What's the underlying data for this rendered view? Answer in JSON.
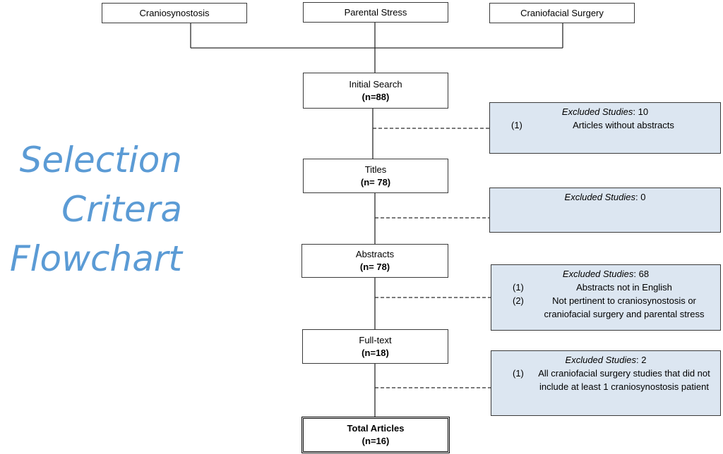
{
  "search_terms": [
    "Craniosynostosis",
    "Parental Stress",
    "Craniofacial Surgery"
  ],
  "title_lines": [
    "Selection",
    "Critera",
    "Flowchart"
  ],
  "stages": [
    {
      "label": "Initial Search",
      "count": "(n=88)"
    },
    {
      "label": "Titles",
      "count": "(n= 78)"
    },
    {
      "label": "Abstracts",
      "count": "(n= 78)"
    },
    {
      "label": "Full-text",
      "count": "(n=18)"
    },
    {
      "label": "Total Articles",
      "count": "(n=16)"
    }
  ],
  "exclusions": [
    {
      "label": "Excluded Studies",
      "value": ": 10",
      "items": [
        {
          "num": "(1)",
          "text": "Articles without abstracts"
        }
      ]
    },
    {
      "label": "Excluded Studies",
      "value": ": 0",
      "items": []
    },
    {
      "label": "Excluded Studies",
      "value": ": 68",
      "items": [
        {
          "num": "(1)",
          "text": "Abstracts not in English"
        },
        {
          "num": "(2)",
          "text": "Not pertinent to craniosynostosis or craniofacial surgery and parental stress"
        }
      ]
    },
    {
      "label": "Excluded Studies",
      "value": ": 2",
      "items": [
        {
          "num": "(1)",
          "text": "All craniofacial surgery studies that did not include at least  1 craniosynostosis patient"
        }
      ]
    }
  ]
}
